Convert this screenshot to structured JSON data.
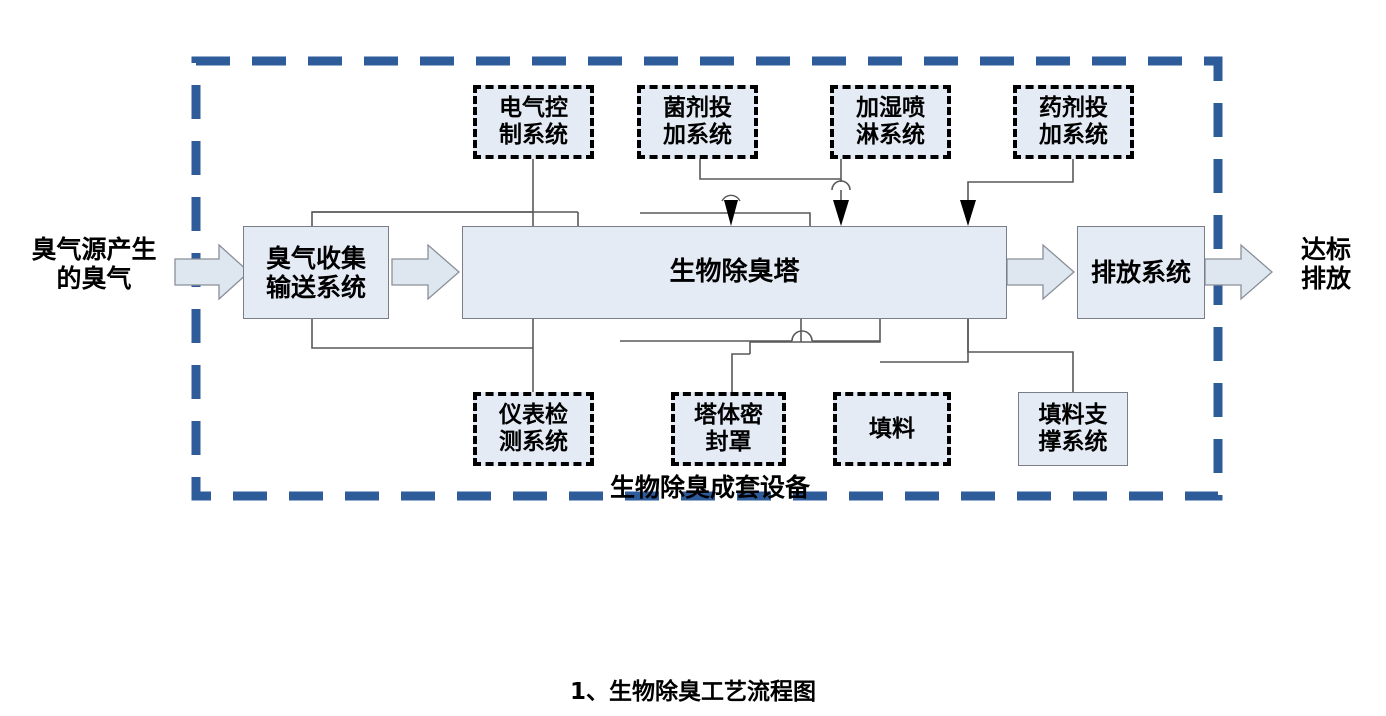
{
  "diagram": {
    "title_caption": "1、生物除臭工艺流程图",
    "enclosure_label": "生物除臭成套设备",
    "enclosure_border_color": "#2E5B9A",
    "box_fill_color": "#E4EBF5",
    "box_border_color": "#7A7F87",
    "dashdot_border_color": "#000000",
    "arrow_fill_color": "#DEE6F0",
    "connector_color": "#595959"
  },
  "external": {
    "source_label": "臭气源产生\n的臭气",
    "outlet_label": "达标\n排放"
  },
  "main_flow": [
    {
      "id": "collect",
      "label": "臭气收集\n输送系统",
      "style": "solid"
    },
    {
      "id": "tower",
      "label": "生物除臭塔",
      "style": "solid"
    },
    {
      "id": "discharge",
      "label": "排放系统",
      "style": "solid"
    }
  ],
  "top_modules": [
    {
      "id": "electric",
      "label": "电气控\n制系统",
      "style": "dash-dot"
    },
    {
      "id": "bacteria",
      "label": "菌剂投\n加系统",
      "style": "dash-dot"
    },
    {
      "id": "humidify",
      "label": "加湿喷\n淋系统",
      "style": "dash-dot"
    },
    {
      "id": "chemical",
      "label": "药剂投\n加系统",
      "style": "dash-dot"
    }
  ],
  "bottom_modules": [
    {
      "id": "instrument",
      "label": "仪表检\n测系统",
      "style": "dash-dot"
    },
    {
      "id": "seal-cover",
      "label": "塔体密\n封罩",
      "style": "dash-dot"
    },
    {
      "id": "packing",
      "label": "填料",
      "style": "dash-dot"
    },
    {
      "id": "support",
      "label": "填料支\n撑系统",
      "style": "solid"
    }
  ],
  "connections": [
    {
      "from": "source",
      "to": "collect",
      "kind": "block-arrow"
    },
    {
      "from": "collect",
      "to": "tower",
      "kind": "block-arrow"
    },
    {
      "from": "tower",
      "to": "discharge",
      "kind": "block-arrow"
    },
    {
      "from": "discharge",
      "to": "outlet",
      "kind": "block-arrow"
    },
    {
      "from": "electric",
      "to": "collect",
      "kind": "line"
    },
    {
      "from": "electric",
      "to": "tower",
      "kind": "line"
    },
    {
      "from": "bacteria",
      "to": "tower",
      "kind": "solid-arrow"
    },
    {
      "from": "humidify",
      "to": "tower",
      "kind": "solid-arrow"
    },
    {
      "from": "chemical",
      "to": "tower",
      "kind": "solid-arrow"
    },
    {
      "from": "tower",
      "to": "instrument",
      "kind": "line"
    },
    {
      "from": "collect",
      "to": "instrument",
      "kind": "line"
    },
    {
      "from": "tower",
      "to": "seal-cover",
      "kind": "line"
    },
    {
      "from": "tower",
      "to": "packing",
      "kind": "line"
    },
    {
      "from": "tower",
      "to": "support",
      "kind": "line"
    }
  ]
}
